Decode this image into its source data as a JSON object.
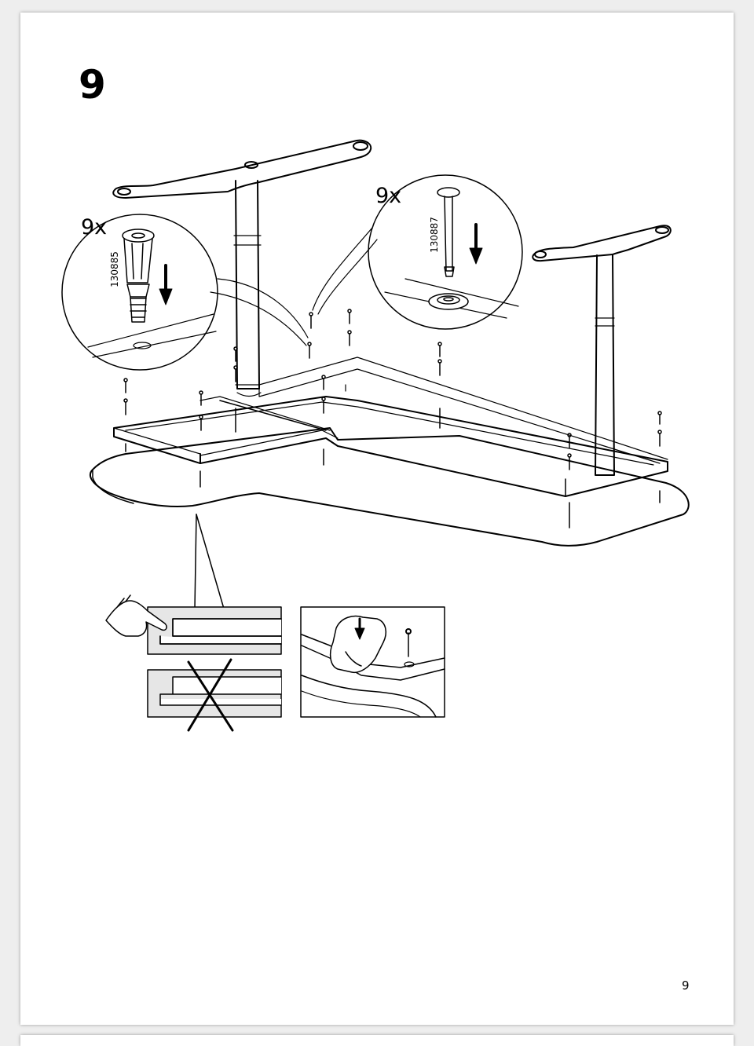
{
  "page": {
    "step_number": "9",
    "page_number": "9"
  },
  "callouts": {
    "left": {
      "quantity": "9x",
      "part_number": "130885"
    },
    "right": {
      "quantity": "9x",
      "part_number": "130887"
    }
  },
  "icons": {
    "left_part": "plastic-expansion-plug-icon",
    "right_part": "dowel-pin-icon",
    "press_hint": "finger-pressing-icon",
    "wrong_hint": "cross-mark-icon",
    "seat_hint": "hand-pressing-icon"
  },
  "colors": {
    "ink": "#000000",
    "paper": "#ffffff",
    "background": "#eeeeee",
    "panel_fill": "#e6e6e6"
  }
}
